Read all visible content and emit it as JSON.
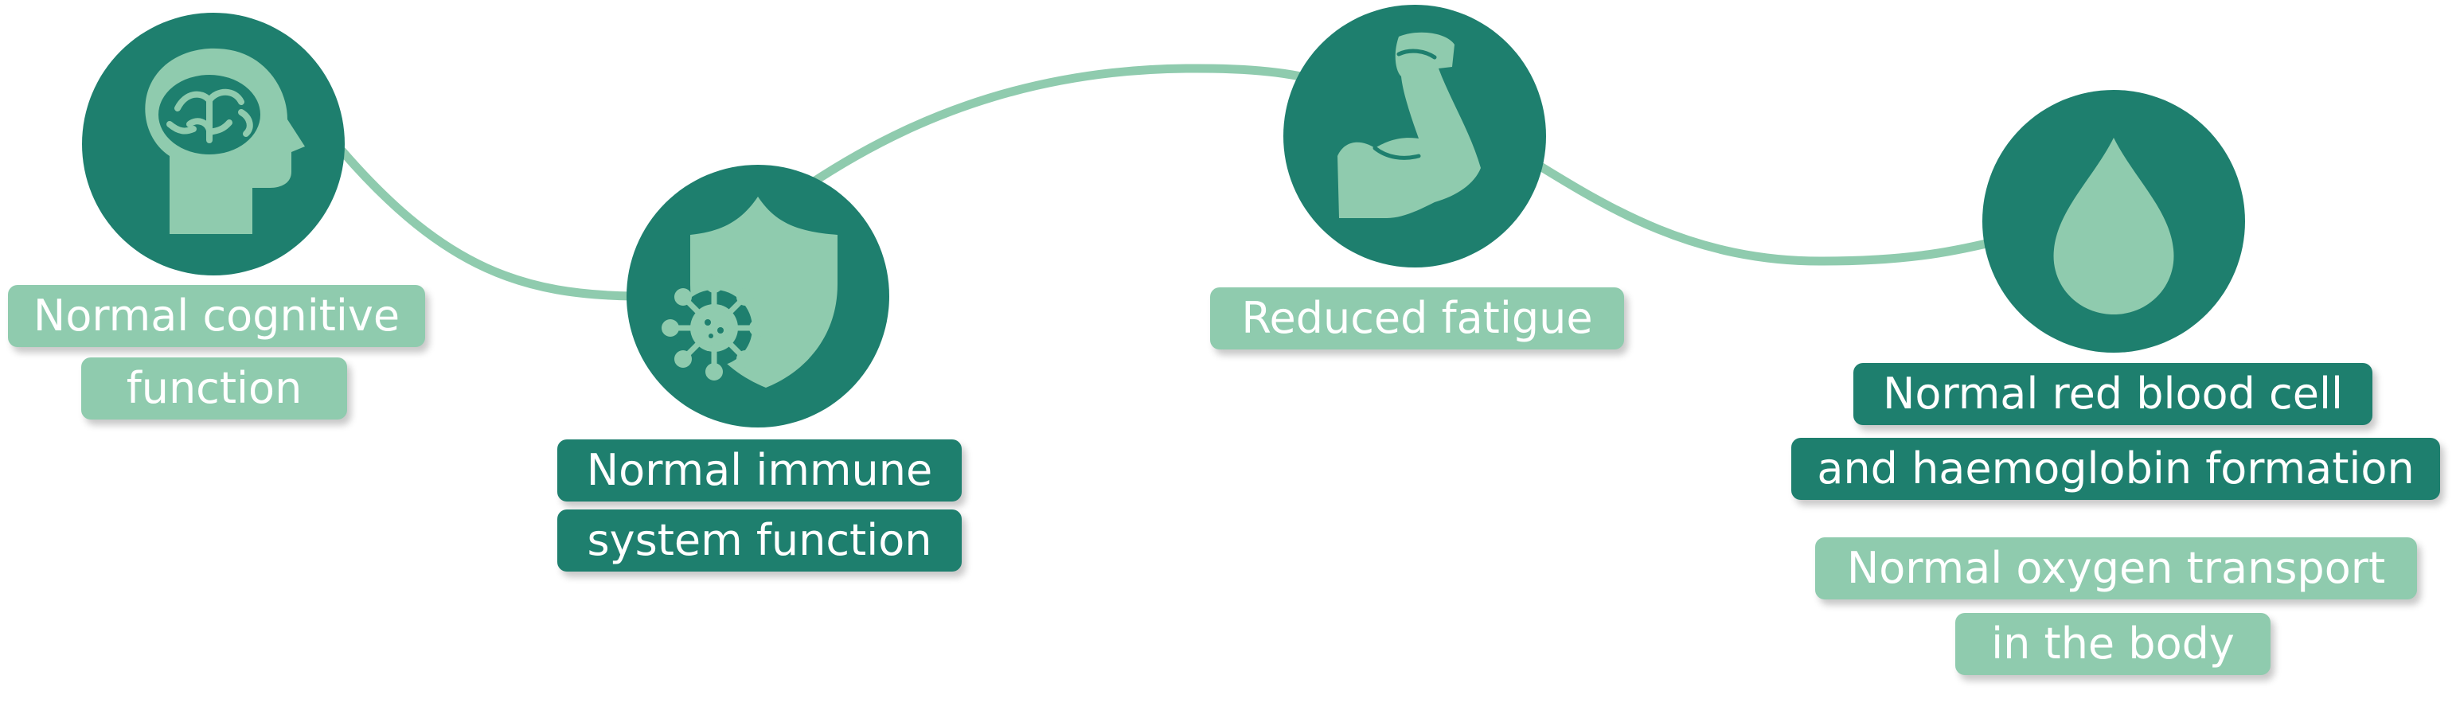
{
  "colors": {
    "dark": "#1e7f6e",
    "light": "#8fcbae",
    "line": "#8fcbae",
    "text": "#ffffff"
  },
  "benefits": [
    {
      "icon": "brain-head-icon",
      "lines": [
        "Normal cognitive",
        "function"
      ],
      "style": [
        "light",
        "light"
      ]
    },
    {
      "icon": "shield-virus-icon",
      "lines": [
        "Normal immune",
        "system function"
      ],
      "style": [
        "dark",
        "dark"
      ]
    },
    {
      "icon": "flexed-arm-icon",
      "lines": [
        "Reduced fatigue"
      ],
      "style": [
        "light"
      ]
    },
    {
      "icon": "blood-drop-icon",
      "lines": [
        "Normal red blood cell",
        "and haemoglobin formation",
        "Normal oxygen transport",
        "in the body"
      ],
      "style": [
        "dark",
        "dark",
        "light",
        "light"
      ]
    }
  ]
}
